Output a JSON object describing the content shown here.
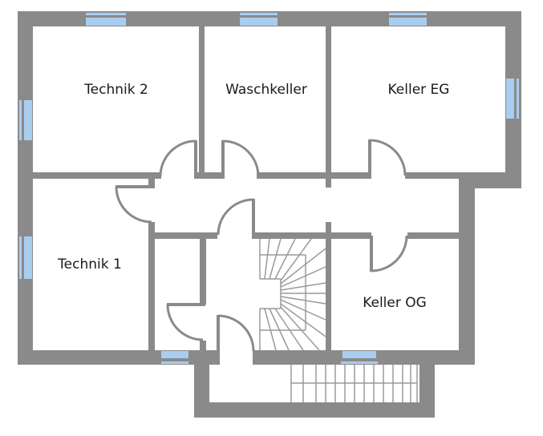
{
  "plan": {
    "type": "basement floor plan",
    "colors": {
      "wall": "#8a8a8a",
      "window": "#a9cdef",
      "background": "#ffffff",
      "text": "#1a1a1a"
    },
    "rooms": [
      {
        "id": "technik-2",
        "label": "Technik 2"
      },
      {
        "id": "waschkeller",
        "label": "Waschkeller"
      },
      {
        "id": "keller-eg",
        "label": "Keller EG"
      },
      {
        "id": "technik-1",
        "label": "Technik 1"
      },
      {
        "id": "keller-og",
        "label": "Keller OG"
      }
    ],
    "other_spaces": [
      "hallway",
      "small-storage",
      "staircase",
      "entrance-stairs"
    ],
    "windows_count": 8,
    "doors_count": 8
  }
}
